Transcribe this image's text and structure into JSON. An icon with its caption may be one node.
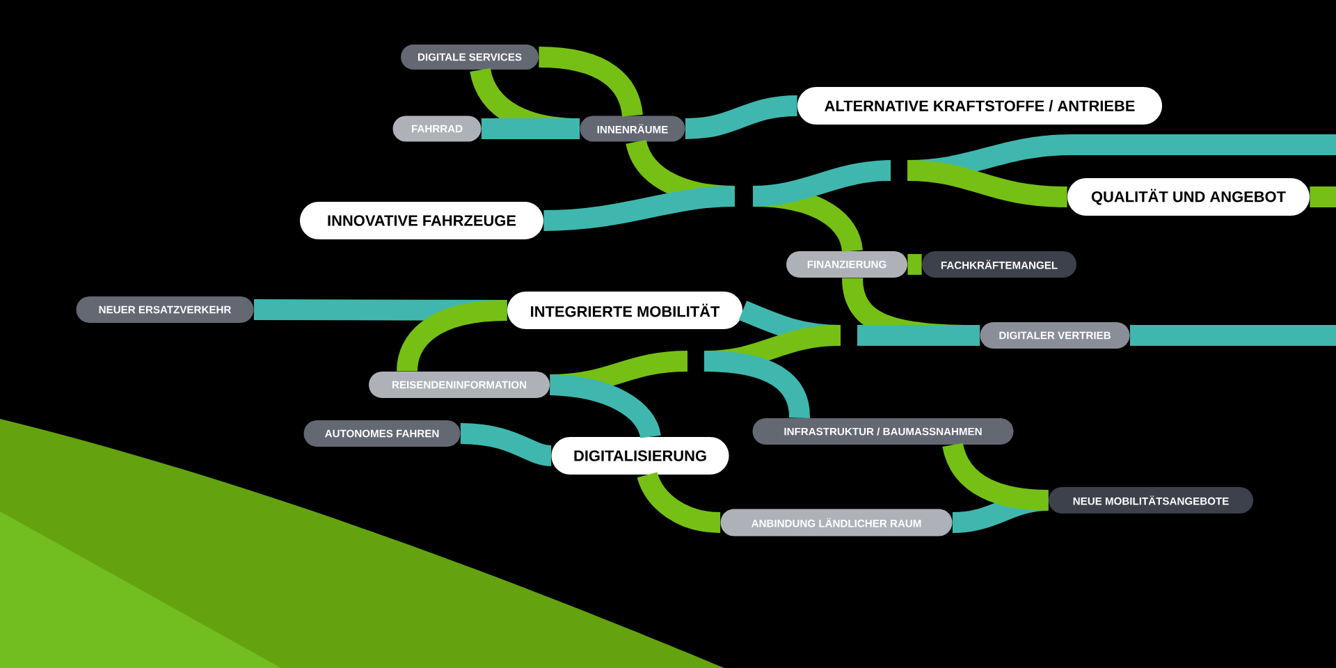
{
  "diagram": {
    "nodes": [
      {
        "text": [
          "DIGITALE SERVICES"
        ]
      },
      {
        "text": [
          "FAHRRAD"
        ]
      },
      {
        "text": [
          "INNENRÄUME"
        ]
      },
      {
        "text": [
          "ALTERNATIVE KRAFTSTOFFE / ANTRIEBE"
        ]
      },
      {
        "text": [
          "INNOVATIVE FAHRZEUGE"
        ]
      },
      {
        "text": [
          "QUALITÄT UND ANGEBOT"
        ]
      },
      {
        "text": [
          "FINANZIERUNG"
        ]
      },
      {
        "text": [
          "FACHKRÄFTEMANGEL"
        ]
      },
      {
        "text": [
          "NEUER ERSATZVERKEHR"
        ]
      },
      {
        "text": [
          "INTEGRIERTE MOBILITÄT"
        ]
      },
      {
        "text": [
          "DIGITALER VERTRIEB"
        ]
      },
      {
        "text": [
          "REISENDENINFORMATION"
        ]
      },
      {
        "text": [
          "AUTONOMES FAHREN"
        ]
      },
      {
        "text": [
          "DIGITALISIERUNG"
        ]
      },
      {
        "text": [
          "INFRASTRUKTUR / BAUMASSNAHMEN"
        ]
      },
      {
        "text": [
          "ANBINDUNG LÄNDLICHER RAUM"
        ]
      },
      {
        "text": [
          "NEUE MOBILITÄTSANGEBOTE"
        ]
      }
    ],
    "edges": [
      {
        "from": 0,
        "to": 2,
        "arrow": "none"
      },
      {
        "from": 0,
        "to": 2,
        "arrow": "none"
      },
      {
        "from": 1,
        "to": 2,
        "arrow": "none",
        "color": "#40b7ae"
      },
      {
        "from": 2,
        "to": 3,
        "arrow": "none",
        "color": "#40b7ae"
      },
      {
        "from": 2,
        "to": 6,
        "arrow": "none"
      },
      {
        "from": 4,
        "to": null,
        "arrow": "none",
        "color": "#40b7ae"
      },
      {
        "from": null,
        "to": 5,
        "arrow": "none"
      },
      {
        "from": 5,
        "to": null,
        "arrow": "none"
      },
      {
        "from": 6,
        "to": 7,
        "arrow": "none"
      },
      {
        "from": 6,
        "to": 10,
        "arrow": "none"
      },
      {
        "from": 10,
        "to": null,
        "arrow": "none",
        "color": "#40b7ae"
      },
      {
        "from": 8,
        "to": 9,
        "arrow": "none",
        "color": "#40b7ae"
      },
      {
        "from": 9,
        "to": 11,
        "arrow": "none"
      },
      {
        "from": 9,
        "to": 10,
        "arrow": "none",
        "color": "#40b7ae"
      },
      {
        "from": 11,
        "to": null,
        "arrow": "none"
      },
      {
        "from": 11,
        "to": 13,
        "arrow": "none",
        "color": "#40b7ae"
      },
      {
        "from": null,
        "to": 14,
        "arrow": "none",
        "color": "#40b7ae"
      },
      {
        "from": 12,
        "to": 13,
        "arrow": "none",
        "color": "#40b7ae"
      },
      {
        "from": 13,
        "to": 15,
        "arrow": "none"
      },
      {
        "from": 15,
        "to": 16,
        "arrow": "none",
        "color": "#40b7ae"
      },
      {
        "from": 14,
        "to": 16,
        "arrow": "none"
      }
    ]
  }
}
